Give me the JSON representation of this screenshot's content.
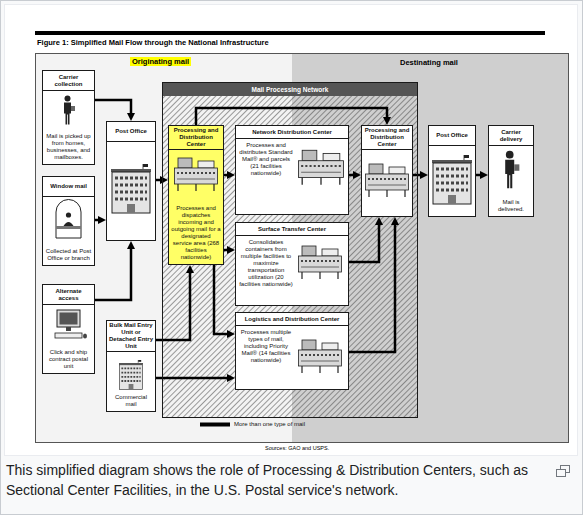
{
  "diagram": {
    "title": "Figure 1: Simplified Mail Flow through the National Infrastructure",
    "caption": "This simplified diagram shows the role of Processing & Distribution Centers, such as Sectional Center Facilities, in the U.S. Postal service's network.",
    "nodes": [
      {
        "text": [
          "Carrier collection",
          "Mail is picked up from homes, businesses, and mailboxes."
        ]
      },
      {
        "text": [
          "Window mail",
          "Collected at Post Office or branch"
        ]
      },
      {
        "text": [
          "Alternate access",
          "Click and ship contract postal unit"
        ]
      },
      {
        "text": [
          "Post Office"
        ]
      },
      {
        "text": [
          "Bulk Mail Entry Unit or Detached Entry Unit",
          "Commercial mail"
        ]
      },
      {
        "text": [
          "Mail Processing Network"
        ]
      },
      {
        "text": [
          "Processing and Distribution Center",
          "Processes and dispatches incoming and outgoing mail for a designated service area (268 facilities nationwide)"
        ],
        "in": 5
      },
      {
        "text": [
          "Network Distribution Center",
          "Processes and distributes Standard Mail® and parcels (21 facilities nationwide)"
        ],
        "in": 5
      },
      {
        "text": [
          "Surface Transfer Center",
          "Consolidates containers from multiple facilities to maximize transportation utilization (20 facilities nationwide)"
        ],
        "in": 5
      },
      {
        "text": [
          "Logistics and Distribution Center",
          "Processes multiple types of mail, including Priority Mail® (14 facilities nationwide)"
        ],
        "in": 5
      },
      {
        "text": [
          "Processing and Distribution Center"
        ],
        "in": 5
      },
      {
        "text": [
          "Post Office"
        ]
      },
      {
        "text": [
          "Carrier delivery",
          "Mail is delivered."
        ]
      }
    ],
    "edges": [
      {
        "from": 0,
        "to": 3,
        "arrow": "to"
      },
      {
        "from": 1,
        "to": 3,
        "arrow": "to"
      },
      {
        "from": 2,
        "to": 3,
        "arrow": "to"
      },
      {
        "from": 3,
        "to": 6,
        "arrow": "to"
      },
      {
        "from": 4,
        "to": 6,
        "arrow": "to"
      },
      {
        "from": 4,
        "to": 9,
        "arrow": "to"
      },
      {
        "from": 6,
        "to": 7,
        "arrow": "to"
      },
      {
        "from": 6,
        "to": 8,
        "arrow": "to"
      },
      {
        "from": 6,
        "to": 9,
        "arrow": "to"
      },
      {
        "from": 7,
        "to": 10,
        "arrow": "to"
      },
      {
        "from": 8,
        "to": 10,
        "arrow": "to"
      },
      {
        "from": 9,
        "to": 10,
        "arrow": "to"
      },
      {
        "from": 6,
        "to": 10,
        "arrow": "to"
      },
      {
        "from": 10,
        "to": 11,
        "arrow": "to"
      },
      {
        "from": 11,
        "to": 12,
        "arrow": "to"
      }
    ],
    "labels": [
      "Originating mail",
      "Destinating mail",
      "Sources: GAO and USPS."
    ],
    "legend": [
      {
        "text": "More than one type of mail"
      }
    ]
  }
}
